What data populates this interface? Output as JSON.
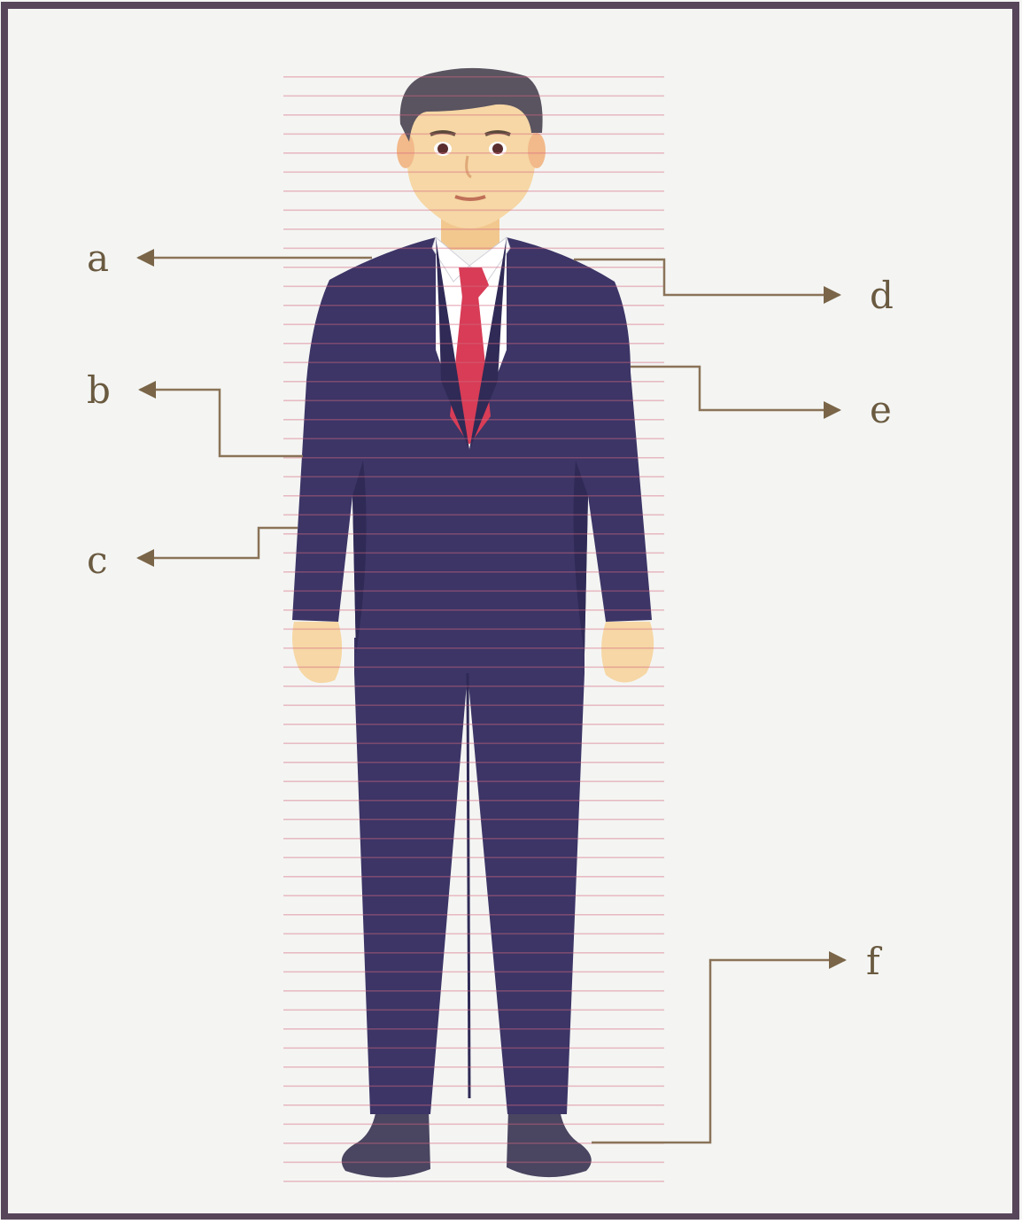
{
  "labels": {
    "a": "a",
    "b": "b",
    "c": "c",
    "d": "d",
    "e": "e",
    "f": "f"
  },
  "colors": {
    "background": "#f4f5f3",
    "frame": "#57465a",
    "suit": "#3c3566",
    "suit_dark": "#2f2a56",
    "stripes": "#d4667e",
    "shirt": "#ffffff",
    "tie": "#d83c56",
    "skin": "#f6d7a5",
    "hair": "#5a5360",
    "shoes": "#4a4560",
    "leader_line": "#8a7358",
    "label_text": "#6a5a40"
  }
}
